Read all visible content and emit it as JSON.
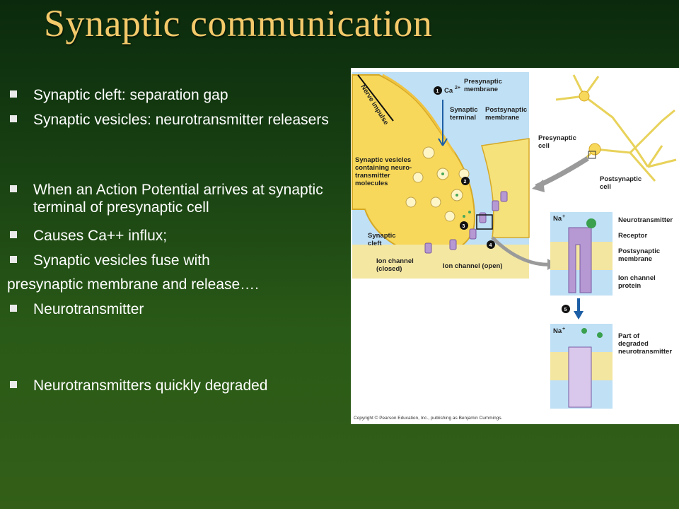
{
  "slide": {
    "title": "Synaptic communication",
    "bullets": [
      {
        "text": "Synaptic cleft:  separation gap",
        "bulleted": true
      },
      {
        "text": "Synaptic vesicles: neurotransmitter releasers",
        "bulleted": true
      },
      {
        "text": "When an Action Potential arrives at synaptic terminal of presynaptic cell",
        "bulleted": true
      },
      {
        "text": "Causes Ca++ influx;",
        "bulleted": true
      },
      {
        "text": "Synaptic vesicles fuse with",
        "bulleted": true
      },
      {
        "text": "presynaptic membrane and release….",
        "bulleted": false
      },
      {
        "text": "Neurotransmitter",
        "bulleted": true
      },
      {
        "text": "Neurotransmitters quickly degraded",
        "bulleted": true
      }
    ]
  },
  "figure": {
    "labels": {
      "nerve_impulse": "Nerve impulse",
      "ca": "Ca",
      "ca_sup": "2+",
      "presynaptic_membrane_1": "Presynaptic",
      "presynaptic_membrane_2": "membrane",
      "synaptic_terminal_1": "Synaptic",
      "synaptic_terminal_2": "terminal",
      "postsynaptic_membrane_1": "Postsynaptic",
      "postsynaptic_membrane_2": "membrane",
      "vesicles_1": "Synaptic vesicles",
      "vesicles_2": "containing neuro-",
      "vesicles_3": "transmitter",
      "vesicles_4": "molecules",
      "cleft_1": "Synaptic",
      "cleft_2": "cleft",
      "ion_closed_1": "Ion channel",
      "ion_closed_2": "(closed)",
      "ion_open": "Ion channel (open)",
      "presynaptic_cell_1": "Presynaptic",
      "presynaptic_cell_2": "cell",
      "postsynaptic_cell_1": "Postsynaptic",
      "postsynaptic_cell_2": "cell",
      "na1": "Na",
      "na2": "Na",
      "na_sup": "+",
      "neurotransmitter": "Neurotransmitter",
      "receptor": "Receptor",
      "post_mem_1": "Postsynaptic",
      "post_mem_2": "membrane",
      "ion_protein_1": "Ion channel",
      "ion_protein_2": "protein",
      "degraded_1": "Part of",
      "degraded_2": "degraded",
      "degraded_3": "neurotransmitter",
      "step1": "1",
      "step2": "2",
      "step3": "3",
      "step4": "4",
      "step5": "5",
      "copyright": "Copyright © Pearson Education, Inc., publishing as Benjamin Cummings."
    }
  }
}
